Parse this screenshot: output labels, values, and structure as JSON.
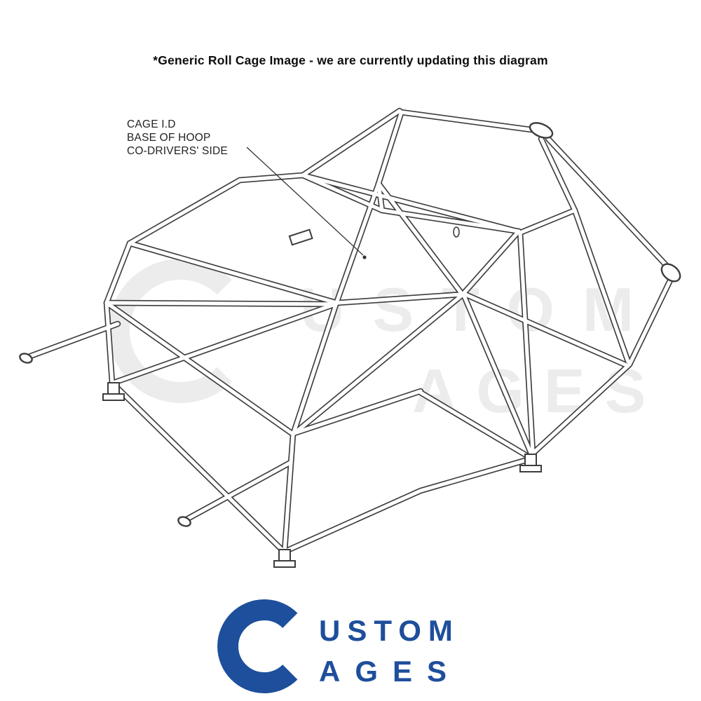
{
  "header": {
    "note": "*Generic Roll Cage Image - we are currently updating this diagram"
  },
  "callout": {
    "line1": "CAGE I.D",
    "line2": "BASE OF HOOP",
    "line3": "CO-DRIVERS' SIDE"
  },
  "watermark": {
    "top": "USTOM",
    "bottom": "AGES",
    "full_name": "CUSTOM CAGES",
    "color": "#ececec"
  },
  "logo": {
    "top": "USTOM",
    "bottom": "AGES",
    "full_name": "CUSTOM CAGES",
    "color": "#1e4f9c"
  },
  "diagram": {
    "description": "Generic weld-in roll cage isometric line drawing",
    "line_color": "#3d3d3d"
  }
}
